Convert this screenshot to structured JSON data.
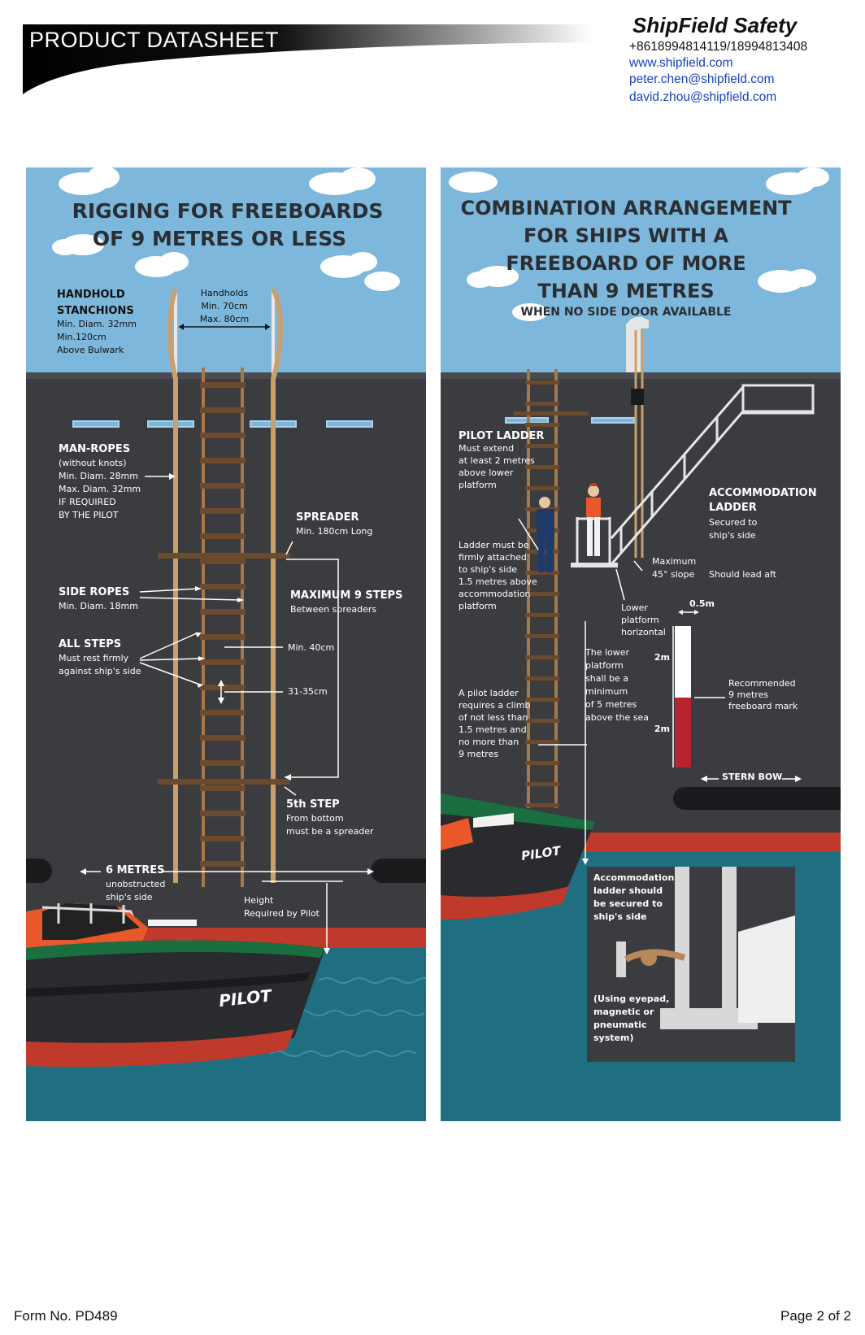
{
  "header": {
    "title": "PRODUCT DATASHEET",
    "brand": "ShipField Safety",
    "phone": "+8618994814119/18994813408",
    "website": "www.shipfield.com",
    "email_1": "peter.chen@shipfield.com",
    "email_2": "david.zhou@shipfield.com"
  },
  "left_panel": {
    "title_line1": "RIGGING FOR FREEBOARDS",
    "title_line2": "OF 9 METRES OR LESS",
    "stanchions_title1": "HANDHOLD",
    "stanchions_title2": "STANCHIONS",
    "stanchions_l1": "Min. Diam. 32mm",
    "stanchions_l2": "Min.120cm",
    "stanchions_l3": "Above Bulwark",
    "handholds_l1": "Handholds",
    "handholds_l2": "Min. 70cm",
    "handholds_l3": "Max. 80cm",
    "manropes_title": "MAN-ROPES",
    "manropes_l1": "(without knots)",
    "manropes_l2": "Min. Diam. 28mm",
    "manropes_l3": "Max. Diam. 32mm",
    "manropes_l4": "IF REQUIRED",
    "manropes_l5": "BY THE PILOT",
    "spreader_title": "SPREADER",
    "spreader_l1": "Min. 180cm Long",
    "siderope_title": "SIDE ROPES",
    "siderope_l1": "Min. Diam. 18mm",
    "max9_title": "MAXIMUM 9 STEPS",
    "max9_l1": "Between spreaders",
    "allsteps_title": "ALL  STEPS",
    "allsteps_l1": "Must rest firmly",
    "allsteps_l2": "against ship's side",
    "min40": "Min. 40cm",
    "spacing": "31-35cm",
    "fifth_title": "5th STEP",
    "fifth_l1": "From bottom",
    "fifth_l2": "must be a spreader",
    "six_title": "6 METRES",
    "six_l1": "unobstructed",
    "six_l2": "ship's side",
    "height_l1": "Height",
    "height_l2": "Required by Pilot",
    "boat_label": "PILOT"
  },
  "right_panel": {
    "title_line1": "COMBINATION ARRANGEMENT",
    "title_line2": "FOR SHIPS WITH A",
    "title_line3": "FREEBOARD OF MORE",
    "title_line4": "THAN 9 METRES",
    "subtitle": "WHEN NO SIDE DOOR AVAILABLE",
    "pilot_title": "PILOT LADDER",
    "pilot_l1": "Must extend",
    "pilot_l2": "at least 2 metres",
    "pilot_l3": "above lower",
    "pilot_l4": "platform",
    "accom_title1": "ACCOMMODATION",
    "accom_title2": "LADDER",
    "accom_l1": "Secured to",
    "accom_l2": "ship's side",
    "attached_l1": "Ladder must be",
    "attached_l2": "firmly attached",
    "attached_l3": "to ship's side",
    "attached_l4": "1.5 metres above",
    "attached_l5": "accommodation",
    "attached_l6": "platform",
    "slope_l1": "Maximum",
    "slope_l2": "45° slope",
    "lead_aft": "Should lead aft",
    "lower_l1": "Lower",
    "lower_l2": "platform",
    "lower_l3": "horizontal",
    "mark_width": "0.5m",
    "mark_2m_top": "2m",
    "mark_2m_bottom": "2m",
    "rec_l1": "Recommended",
    "rec_l2": "9 metres",
    "rec_l3": "freeboard mark",
    "lowerplat_l1": "The lower",
    "lowerplat_l2": "platform",
    "lowerplat_l3": "shall be a",
    "lowerplat_l4": "minimum",
    "lowerplat_l5": "of 5 metres",
    "lowerplat_l6": "above the sea",
    "climb_l1": "A pilot ladder",
    "climb_l2": "requires a climb",
    "climb_l3": "of not less than",
    "climb_l4": "1.5 metres and",
    "climb_l5": "no more than",
    "climb_l6": "9 metres",
    "sternbow": "STERN  BOW",
    "secured_l1": "Accommodation",
    "secured_l2": "ladder should",
    "secured_l3": "be secured to",
    "secured_l4": "ship's side",
    "eyepad_l1": "(Using eyepad,",
    "eyepad_l2": "magnetic or",
    "eyepad_l3": "pneumatic",
    "eyepad_l4": "system)",
    "boat_label": "PILOT"
  },
  "footer": {
    "form_no": "Form No. PD489",
    "page": "Page 2 of 2"
  },
  "colors": {
    "sky": "#7db8dc",
    "hull": "#3b3c40",
    "sea": "#1f6f80",
    "rope": "#b8875a",
    "ladder_step": "#6b4a2e",
    "mark_red": "#b8232f",
    "pilot_orange": "#e8582a"
  }
}
